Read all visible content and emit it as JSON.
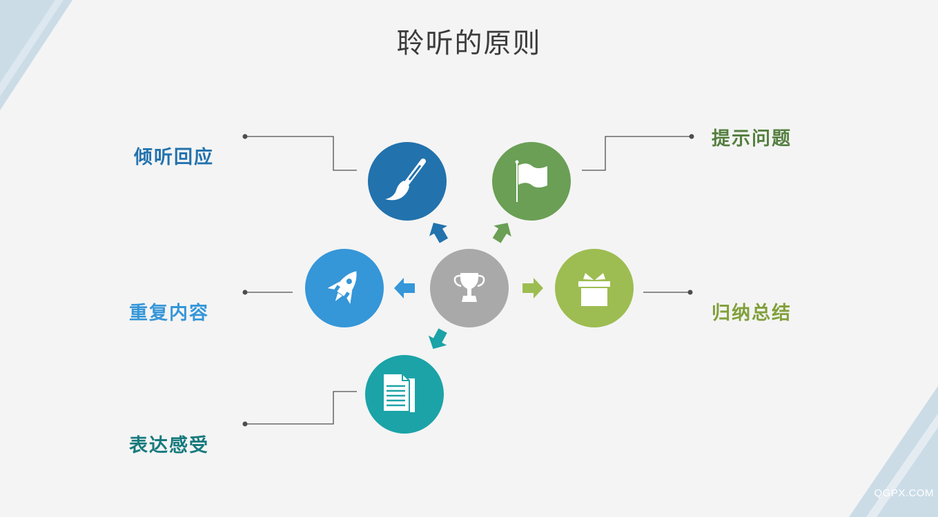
{
  "title": "聆听的原则",
  "center": {
    "icon": "trophy-icon",
    "color": "#a9a9a9"
  },
  "nodes": [
    {
      "key": "listen",
      "label": "倾听回应",
      "icon": "paintbrush-icon",
      "color": "#2272ad",
      "label_color": "#2272ad"
    },
    {
      "key": "question",
      "label": "提示问题",
      "icon": "flag-icon",
      "color": "#6a9f55",
      "label_color": "#557f40"
    },
    {
      "key": "repeat",
      "label": "重复内容",
      "icon": "rocket-icon",
      "color": "#3596d8",
      "label_color": "#3596d8"
    },
    {
      "key": "summary",
      "label": "归纳总结",
      "icon": "gift-icon",
      "color": "#9dbd52",
      "label_color": "#81a03a"
    },
    {
      "key": "express",
      "label": "表达感受",
      "icon": "document-icon",
      "color": "#1ba3a7",
      "label_color": "#167a7d"
    }
  ],
  "watermark": "QGPX.COM",
  "colors": {
    "background": "#f4f4f4",
    "connector": "#4d4d4d",
    "corner": "#c7d9e6"
  }
}
